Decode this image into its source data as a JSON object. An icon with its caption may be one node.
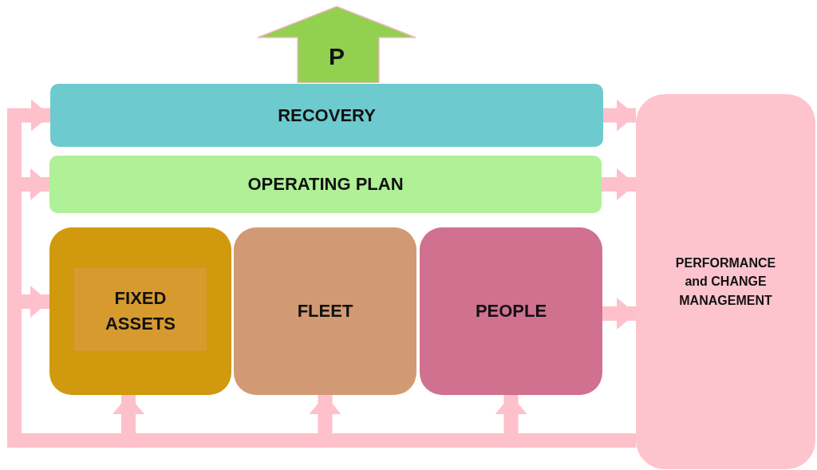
{
  "diagram": {
    "nodes": [
      {
        "text": [
          "P"
        ]
      },
      {
        "text": [
          "RECOVERY"
        ]
      },
      {
        "text": [
          "OPERATING PLAN"
        ]
      },
      {
        "text": [
          "FIXED ASSETS"
        ]
      },
      {
        "text": [
          "FLEET"
        ]
      },
      {
        "text": [
          "PEOPLE"
        ]
      },
      {
        "text": [
          "PERFORMANCE and CHANGE MANAGEMENT"
        ]
      }
    ],
    "edges": [
      {
        "from": 1,
        "to": 6,
        "arrow": "to"
      },
      {
        "from": 2,
        "to": 6,
        "arrow": "to"
      },
      {
        "from": 5,
        "to": 6,
        "arrow": "to"
      },
      {
        "from": 6,
        "to": 1,
        "arrow": "to"
      },
      {
        "from": 6,
        "to": 2,
        "arrow": "to"
      },
      {
        "from": 6,
        "to": 3,
        "arrow": "to"
      },
      {
        "from": 6,
        "to": 3,
        "arrow": "to"
      },
      {
        "from": 6,
        "to": 4,
        "arrow": "to"
      },
      {
        "from": 6,
        "to": 5,
        "arrow": "to"
      }
    ]
  }
}
